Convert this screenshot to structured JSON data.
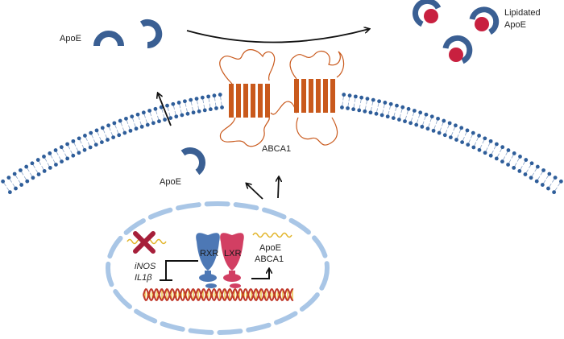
{
  "labels": {
    "apoe_top": "ApoE",
    "lipidated_line1": "Lipidated",
    "lipidated_line2": "ApoE",
    "abca1": "ABCA1",
    "apoe_mid": "ApoE",
    "rxr": "RXR",
    "lxr": "LXR",
    "inos": "iNOS",
    "il1b": "IL1β",
    "target_apoe": "ApoE",
    "target_abca1": "ABCA1"
  },
  "colors": {
    "apoe_blue": "#3a5f93",
    "lipid_red": "#c8203f",
    "membrane_blue": "#2f5e9a",
    "abca1_orange": "#c9591c",
    "rxr_blue": "#4d78b5",
    "lxr_pink": "#d23f63",
    "nucleus_dash": "#a9c6e6",
    "mrna_yellow": "#e2b52a",
    "repress_red": "#a61f3a",
    "dna_red": "#c0392b",
    "dna_yellow": "#e8b92f"
  }
}
